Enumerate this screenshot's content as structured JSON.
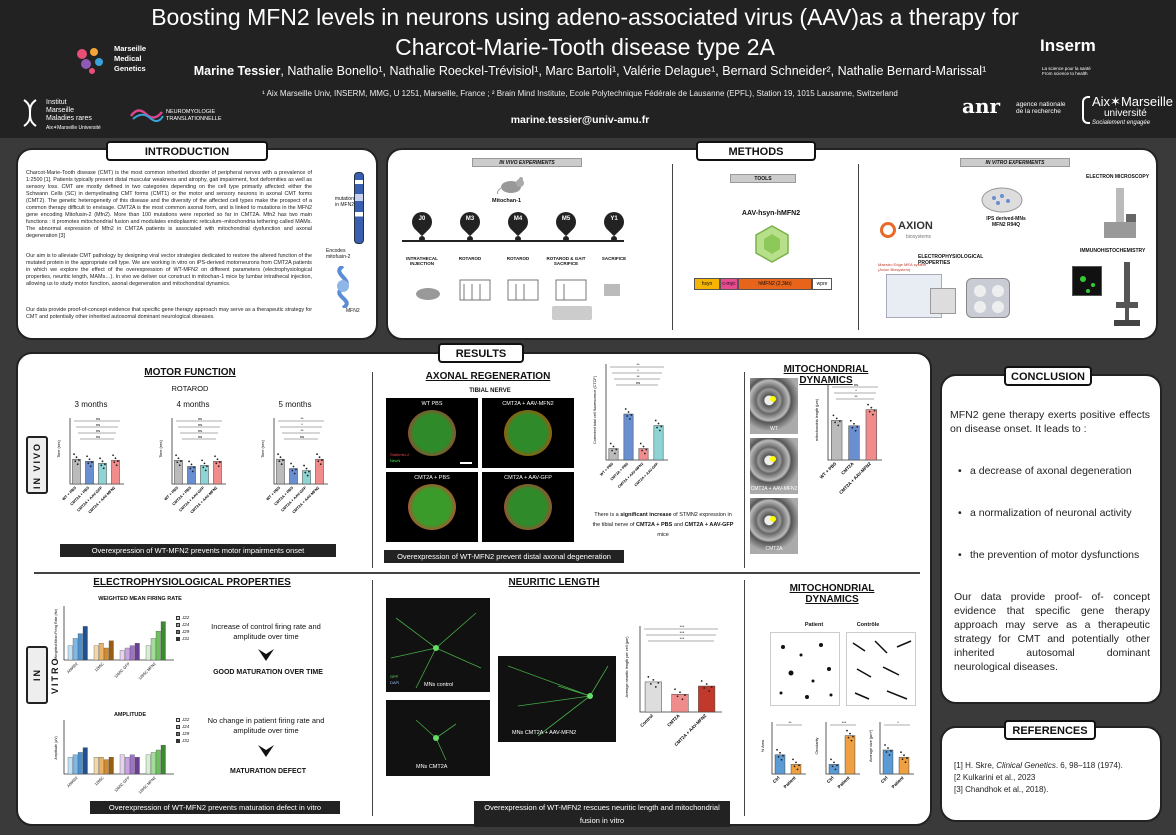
{
  "header": {
    "title": "Boosting MFN2 levels in neurons using adeno-associated virus (AAV)as a therapy for Charcot-Marie-Tooth disease type 2A",
    "lead_author": "Marine Tessier",
    "coauthors": ", Nathalie Bonello¹, Nathalie Roeckel-Trévisiol¹, Marc Bartoli¹, Valérie Delague¹, Bernard Schneider², Nathalie Bernard-Marissal¹",
    "affiliations": "¹ Aix Marseille Univ, INSERM, MMG, U 1251, Marseille, France ; ² Brain Mind Institute, Ecole Polytechnique Fédérale de Lausanne (EPFL), Station 19, 1015 Lausanne, Switzerland",
    "email": "marine.tessier@univ-amu.fr",
    "logos": {
      "mmg": "Marseille\nMedical\nGenetics",
      "institut": "Institut\nMarseille\nMaladies rares",
      "institut_sub": "Aix✶Marseille Université",
      "neuro": "NEUROMYOLOGIE\nTRANSLATIONNELLE",
      "inserm": "Inserm",
      "inserm_sub": "La science pour la santé\nFrom science to health",
      "anr": "anr",
      "anr_sub": "agence nationale\nde la recherche",
      "amu": "Aix✶Marseille",
      "amu_sub": "université",
      "amu_tag": "Socialement engagée"
    }
  },
  "introduction": {
    "title": "INTRODUCTION",
    "p1": "Charcot-Marie-Tooth disease (CMT) is the most common inherited disorder of peripheral nerves with a prevalence of 1:2500 [1]. Patients typically present distal muscular weakness and atrophy, gait impairment, foot deformities as well as sensory loss. CMT are mostly defined in two categories depending on the cell type primarily affected: either the Schwann Cells (SC) in demyelinating CMT forms (CMT1) or the motor and sensory neurons in axonal CMT forms (CMT2). The genetic heterogeneity of this disease and the diversity of the affected cell types make the prospect of a common therapy difficult to envisage. CMT2A is the most common axonal form, and is linked to mutations in the MFN2 gene encoding Mitofusin-2 (Mfn2). More than 100 mutations were reported so far in CMT2A. Mfn2 has two main functions : it promotes mitochondrial fusion and modulates endoplasmic reticulum–mitochondria tethering called MAMs. The abnormal expression of Mfn2 in CMT2A patients is associated with mitochondrial dysfunction and axonal degeneration [3]",
    "p2": "Our aim is to alleviate CMT pathology by designing viral vector strategies dedicated to restore the altered function of the mutated protein in the appropriate cell type. We are working in vitro on iPS-derived motorneurons from CMT2A patients in which we explore the effect of the overexpression of WT-MFN2 on different parameters (electrophysiological properties, neuritic length, MAMs…). In vivo we deliver our construct in mitochan-1 mice by lumbar intrathecal injection, allowing us to study motor function, axonal degeneration and mitochondrial dynamics.",
    "p3": "Our data provide proof-of-concept evidence that specific gene therapy approach may serve as a therapeutic strategy for CMT and potentially other inherited autosomal dominant neurological diseases.",
    "fig_mutation": "mutation\nin MFN2",
    "fig_encodes": "Encodes\nmitofusin-2",
    "fig_mfn2": "MFN2"
  },
  "methods": {
    "title": "METHODS",
    "invivo_label": "IN VIVO EXPERIMENTS",
    "tools_label": "TOOLS",
    "invitro_label": "IN VITRO EXPERIMENTS",
    "mouse": "Mitochan-1",
    "timeline": [
      {
        "pin": "J0",
        "label": "INTRATHECAL\nINJECTION"
      },
      {
        "pin": "M3",
        "label": "ROTAROD"
      },
      {
        "pin": "M4",
        "label": "ROTAROD"
      },
      {
        "pin": "M5",
        "label": "ROTAROD & GAIT\nSACRIFICE"
      },
      {
        "pin": "Y1",
        "label": "SACRIFICE"
      }
    ],
    "vector": "AAV-hsyn-hMFN2",
    "construct": [
      "hsyn",
      "c-myc",
      "hMFN2 (2,3kb)",
      "wpre"
    ],
    "ips": "IPS derived-MNs\nMFN2 R94Q",
    "axion": "AXION",
    "axion_sub": "biosystems",
    "maestro": "Maestro Edge MEA system\n(Axion Biosystem)",
    "ephys": "ELECTROPHYSIOLOGICAL PROPERTIES",
    "em": "ELECTRON MICROSCOPY",
    "ihc": "IMMUNOHISTOCHEMISTRY"
  },
  "results": {
    "title": "RESULTS",
    "invivo_tag": "IN VIVO",
    "invitro_tag": "IN VITRO",
    "motor": {
      "title": "MOTOR FUNCTION",
      "subtitle": "ROTAROD",
      "groups": [
        "3 months",
        "4 months",
        "5 months"
      ],
      "ylabel": "Time (sec)",
      "xlabels": [
        "WT + PBS",
        "CMT2A + PBS",
        "CMT2A + AAV-GFP",
        "CMT2A + AAV-MFN2"
      ],
      "caption": "Overexpression of WT-MFN2 prevents motor impairments onset"
    },
    "axonal": {
      "title": "AXONAL REGENERATION",
      "subtitle": "TIBIAL NERVE",
      "panels": [
        "WT PBS",
        "CMT2A + AAV-MFN2",
        "CMT2A + PBS",
        "CMT2A + AAV-GFP"
      ],
      "stain1": "Stathmin-2",
      "stain2": "NeuN",
      "ylabel": "Corrected total cell fluorescence (CTCF)",
      "xlabels": [
        "WT + PBS",
        "CMT2A + PBS",
        "CMT2A + AAV-MFN2",
        "CMT2A + AAV-GFP"
      ],
      "note_pre": "There is a ",
      "note_bold": "significant increase",
      "note_mid": " of STMN2 expression in the tibial nerve of ",
      "note_g1": "CMT2A + PBS",
      "note_and": " and ",
      "note_g2": "CMT2A + AAV-GFP",
      "note_end": " mice",
      "caption": "Overexpression of WT-MFN2 prevent distal axonal degeneration"
    },
    "mito1": {
      "title": "MITOCHONDRIAL DYNAMICS",
      "ylabel": "mitochondria length (µm)",
      "xlabels": [
        "WT + PBS",
        "CMT2A",
        "CMT2A + AAV-MFN2"
      ],
      "panels": [
        "WT",
        "CMT2A + AAV-MFN2",
        "CMT2A"
      ]
    },
    "ephys": {
      "title": "ELECTROPHYSIOLOGICAL PROPERTIES",
      "chart1": "WEIGHTED MEAN FIRING RATE",
      "chart2": "AMPLITUDE",
      "y1": "Weighted Mean Firing Rate (Hz)",
      "y2": "Amplitude (µV)",
      "legend": [
        "J22",
        "J24",
        "J29",
        "J31"
      ],
      "xlabels": [
        "AIW002",
        "1265C",
        "1265C GFP",
        "1265C MFN2"
      ],
      "text1": "Increase of control firing rate and amplitude over time",
      "result1": "GOOD MATURATION OVER TIME",
      "text2": "No change in patient firing rate and amplitude over time",
      "result2": "MATURATION DEFECT",
      "caption": "Overexpression of WT-MFN2 prevents maturation defect in vitro"
    },
    "neuritic": {
      "title": "NEURITIC LENGTH",
      "panels": [
        "MNs control",
        "MNs CMT2A",
        "MNs CMT2A + AAV-MFN2"
      ],
      "ylabel": "Average neuritic length per cell (µm)",
      "xlabels": [
        "Control",
        "CMT2A",
        "CMT2A + AAV-MFN2"
      ],
      "stain1": "GFP",
      "stain2": "DAPI",
      "caption": "Overexpression of WT-MFN2 rescues  neuritic length and mitochondrial fusion in vitro"
    },
    "mito2": {
      "title": "MITOCHONDRIAL DYNAMICS",
      "panels": [
        "Patient",
        "Contrôle"
      ],
      "charts": [
        {
          "y": "% Area",
          "x": [
            "Ctrl",
            "Patient"
          ]
        },
        {
          "y": "Circularity",
          "x": [
            "Ctrl",
            "Patient"
          ]
        },
        {
          "y": "Average size (µm²)",
          "x": [
            "Ctrl",
            "Patient"
          ]
        }
      ]
    }
  },
  "conclusion": {
    "title": "CONCLUSION",
    "intro": "MFN2 gene therapy exerts positive effects on disease onset. It leads to :",
    "bullets": [
      "a decrease of axonal degeneration",
      "a normalization of neuronal activity",
      "the prevention of motor dysfunctions"
    ],
    "closing": "Our data provide proof- of- concept evidence that specific gene therapy approach may serve as a therapeutic strategy for CMT and potentially other inherited autosomal dominant neurological diseases."
  },
  "references": {
    "title": "REFERENCES",
    "r1_pre": "[1] H. Skre, ",
    "r1_journal": "Clinical Genetics",
    "r1_post": ". 6, 98–118 (1974).",
    "r2": "[2 Kulkarini et al., 2023",
    "r3": "[3] Chandhok et al., 2018)."
  },
  "chart_data": [
    {
      "type": "bar",
      "title": "3 months",
      "ylabel": "Time (sec)",
      "categories": [
        "WT + PBS",
        "CMT2A + PBS",
        "CMT2A + AAV-GFP",
        "CMT2A + AAV-MFN2"
      ],
      "values": [
        120,
        110,
        100,
        115
      ],
      "ylim": [
        0,
        300
      ],
      "colors": [
        "#bbbbbb",
        "#6a8fd0",
        "#8fd4d4",
        "#f08c8c"
      ],
      "sig": [
        "ns",
        "ns",
        "ns",
        "ns"
      ]
    },
    {
      "type": "bar",
      "title": "4 months",
      "ylabel": "Time (sec)",
      "categories": [
        "WT + PBS",
        "CMT2A + PBS",
        "CMT2A + AAV-GFP",
        "CMT2A + AAV-MFN2"
      ],
      "values": [
        115,
        85,
        90,
        110
      ],
      "ylim": [
        0,
        300
      ],
      "colors": [
        "#bbbbbb",
        "#6a8fd0",
        "#8fd4d4",
        "#f08c8c"
      ],
      "sig": [
        "ns",
        "ns",
        "ns",
        "ns"
      ]
    },
    {
      "type": "bar",
      "title": "5 months",
      "ylabel": "Time (sec)",
      "categories": [
        "WT + PBS",
        "CMT2A + PBS",
        "CMT2A + AAV-GFP",
        "CMT2A + AAV-MFN2"
      ],
      "values": [
        120,
        75,
        65,
        120
      ],
      "ylim": [
        0,
        300
      ],
      "colors": [
        "#bbbbbb",
        "#6a8fd0",
        "#8fd4d4",
        "#f08c8c"
      ],
      "sig": [
        "**",
        "*",
        "**",
        "ns"
      ]
    },
    {
      "type": "bar",
      "title": "",
      "ylabel": "Corrected total cell fluorescence (CTCF)",
      "categories": [
        "WT + PBS",
        "CMT2A + PBS",
        "CMT2A + AAV-MFN2",
        "CMT2A + AAV-GFP"
      ],
      "values": [
        0.5,
        2.0,
        0.5,
        1.5
      ],
      "ylim": [
        0,
        4
      ],
      "colors": [
        "#bbbbbb",
        "#6a8fd0",
        "#f08c8c",
        "#8fd4d4"
      ],
      "sig": [
        "**",
        "*",
        "**",
        "ns"
      ]
    },
    {
      "type": "bar",
      "title": "",
      "ylabel": "mitochondria length (µm)",
      "categories": [
        "WT + PBS",
        "CMT2A",
        "CMT2A + AAV-MFN2"
      ],
      "values": [
        2.2,
        1.9,
        2.8
      ],
      "ylim": [
        0,
        4
      ],
      "colors": [
        "#bbbbbb",
        "#6a8fd0",
        "#f08c8c"
      ],
      "sig": [
        "ns",
        "*",
        "**"
      ]
    },
    {
      "type": "bar",
      "title": "",
      "ylabel": "Average neuritic length per cell (µm)",
      "categories": [
        "Control",
        "CMT2A",
        "CMT2A + AAV-MFN2"
      ],
      "values": [
        1100,
        650,
        950
      ],
      "ylim": [
        0,
        3000
      ],
      "colors": [
        "#dddddd",
        "#f08c8c",
        "#c0392b"
      ],
      "sig": [
        "***",
        "***",
        "***"
      ]
    },
    {
      "type": "bar",
      "title": "",
      "ylabel": "% Area",
      "categories": [
        "Ctrl",
        "Patient"
      ],
      "values": [
        6,
        3
      ],
      "ylim": [
        0,
        15
      ],
      "colors": [
        "#5b9bd5",
        "#f0a040"
      ],
      "sig": [
        "**"
      ]
    },
    {
      "type": "bar",
      "title": "",
      "ylabel": "Circularity",
      "categories": [
        "Ctrl",
        "Patient"
      ],
      "values": [
        0.2,
        0.8
      ],
      "ylim": [
        0,
        1
      ],
      "colors": [
        "#5b9bd5",
        "#f0a040"
      ],
      "sig": [
        "***"
      ]
    },
    {
      "type": "bar",
      "title": "",
      "ylabel": "Average size (µm²)",
      "categories": [
        "Ctrl",
        "Patient"
      ],
      "values": [
        0.5,
        0.35
      ],
      "ylim": [
        0,
        1
      ],
      "colors": [
        "#5b9bd5",
        "#f0a040"
      ],
      "sig": [
        "*"
      ]
    }
  ]
}
